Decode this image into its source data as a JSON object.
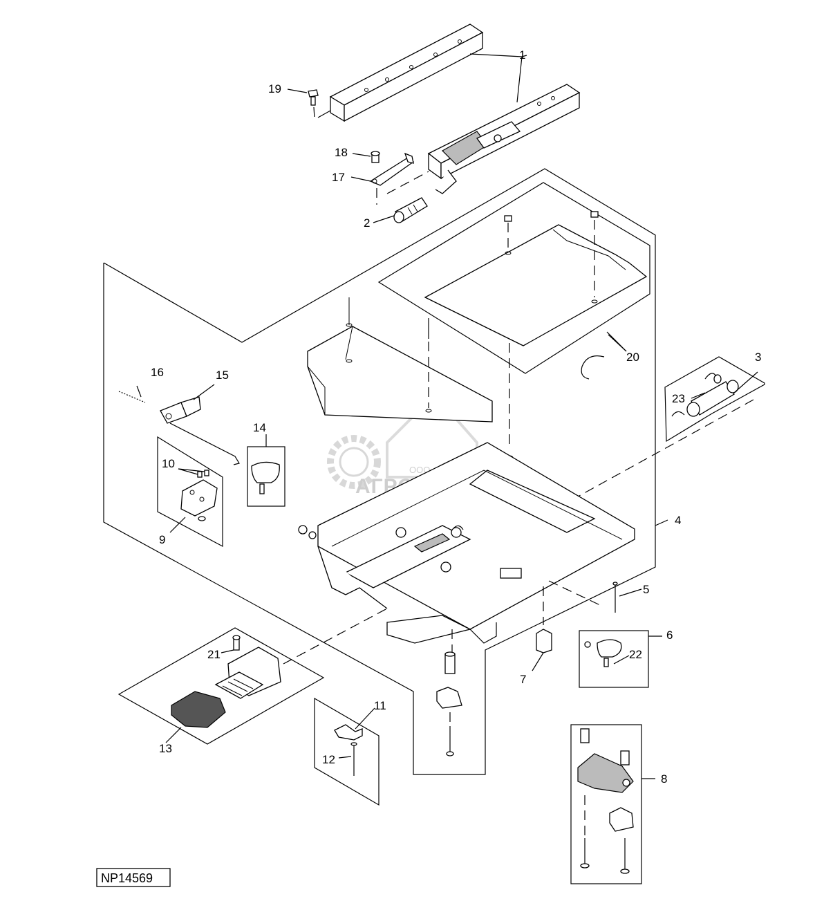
{
  "callouts": {
    "c1": "1",
    "c2": "2",
    "c3": "3",
    "c4": "4",
    "c5": "5",
    "c6": "6",
    "c7": "7",
    "c8": "8",
    "c9": "9",
    "c10": "10",
    "c11": "11",
    "c12": "12",
    "c13": "13",
    "c14": "14",
    "c15": "15",
    "c16": "16",
    "c17": "17",
    "c18": "18",
    "c19": "19",
    "c20": "20",
    "c21": "21",
    "c22": "22",
    "c23": "23"
  },
  "figure_id": "NP14569",
  "watermark": {
    "brand": "АГРОСНАБ",
    "prefix": "ООО"
  }
}
